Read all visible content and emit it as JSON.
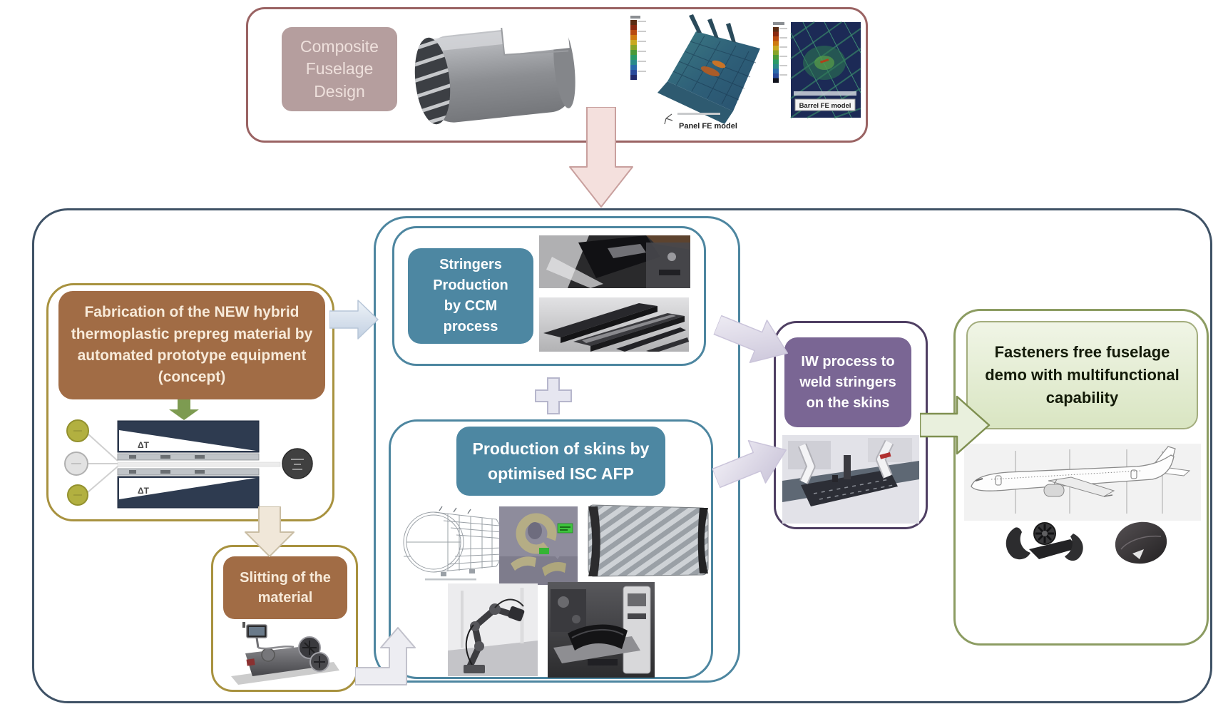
{
  "top_section": {
    "design_label": "Composite Fuselage Design",
    "panel_fe_caption": "Panel FE model",
    "barrel_fe_caption": "Barrel FE model"
  },
  "left_flow": {
    "fabrication_label": "Fabrication of the NEW hybrid thermoplastic prepreg material by automated prototype equipment (concept)",
    "schematic": {
      "delta_t_top": "ΔT",
      "delta_t_bottom": "ΔT"
    },
    "slitting_label": "Slitting of the material"
  },
  "center_flow": {
    "stringers_label": "Stringers Production by CCM process",
    "skins_label": "Production of skins by optimised ISC AFP"
  },
  "right_flow": {
    "iw_label": "IW process to weld stringers on the skins",
    "demo_label": "Fasteners free fuselage demo with multifunctional capability"
  },
  "colors": {
    "top_border": "#9a6363",
    "design_box": "#b59e9e",
    "main_border": "#3f5266",
    "gold_border": "#a8923f",
    "brown_box": "#a16c45",
    "teal_border": "#4d86a0",
    "teal_box": "#4d87a2",
    "purple_border": "#4f3f63",
    "purple_box": "#7a6694",
    "green_border": "#8c9c62",
    "green_box_bg": "#f0f5e6",
    "pink_arrow": "#f4e0dd",
    "lavender_arrow": "#dcd8e8",
    "blue_arrow": "#dce6f0",
    "cream_arrow": "#f0e7d9",
    "olive_arrow": "#7d9b51",
    "green_arrow": "#e9f0dd"
  }
}
